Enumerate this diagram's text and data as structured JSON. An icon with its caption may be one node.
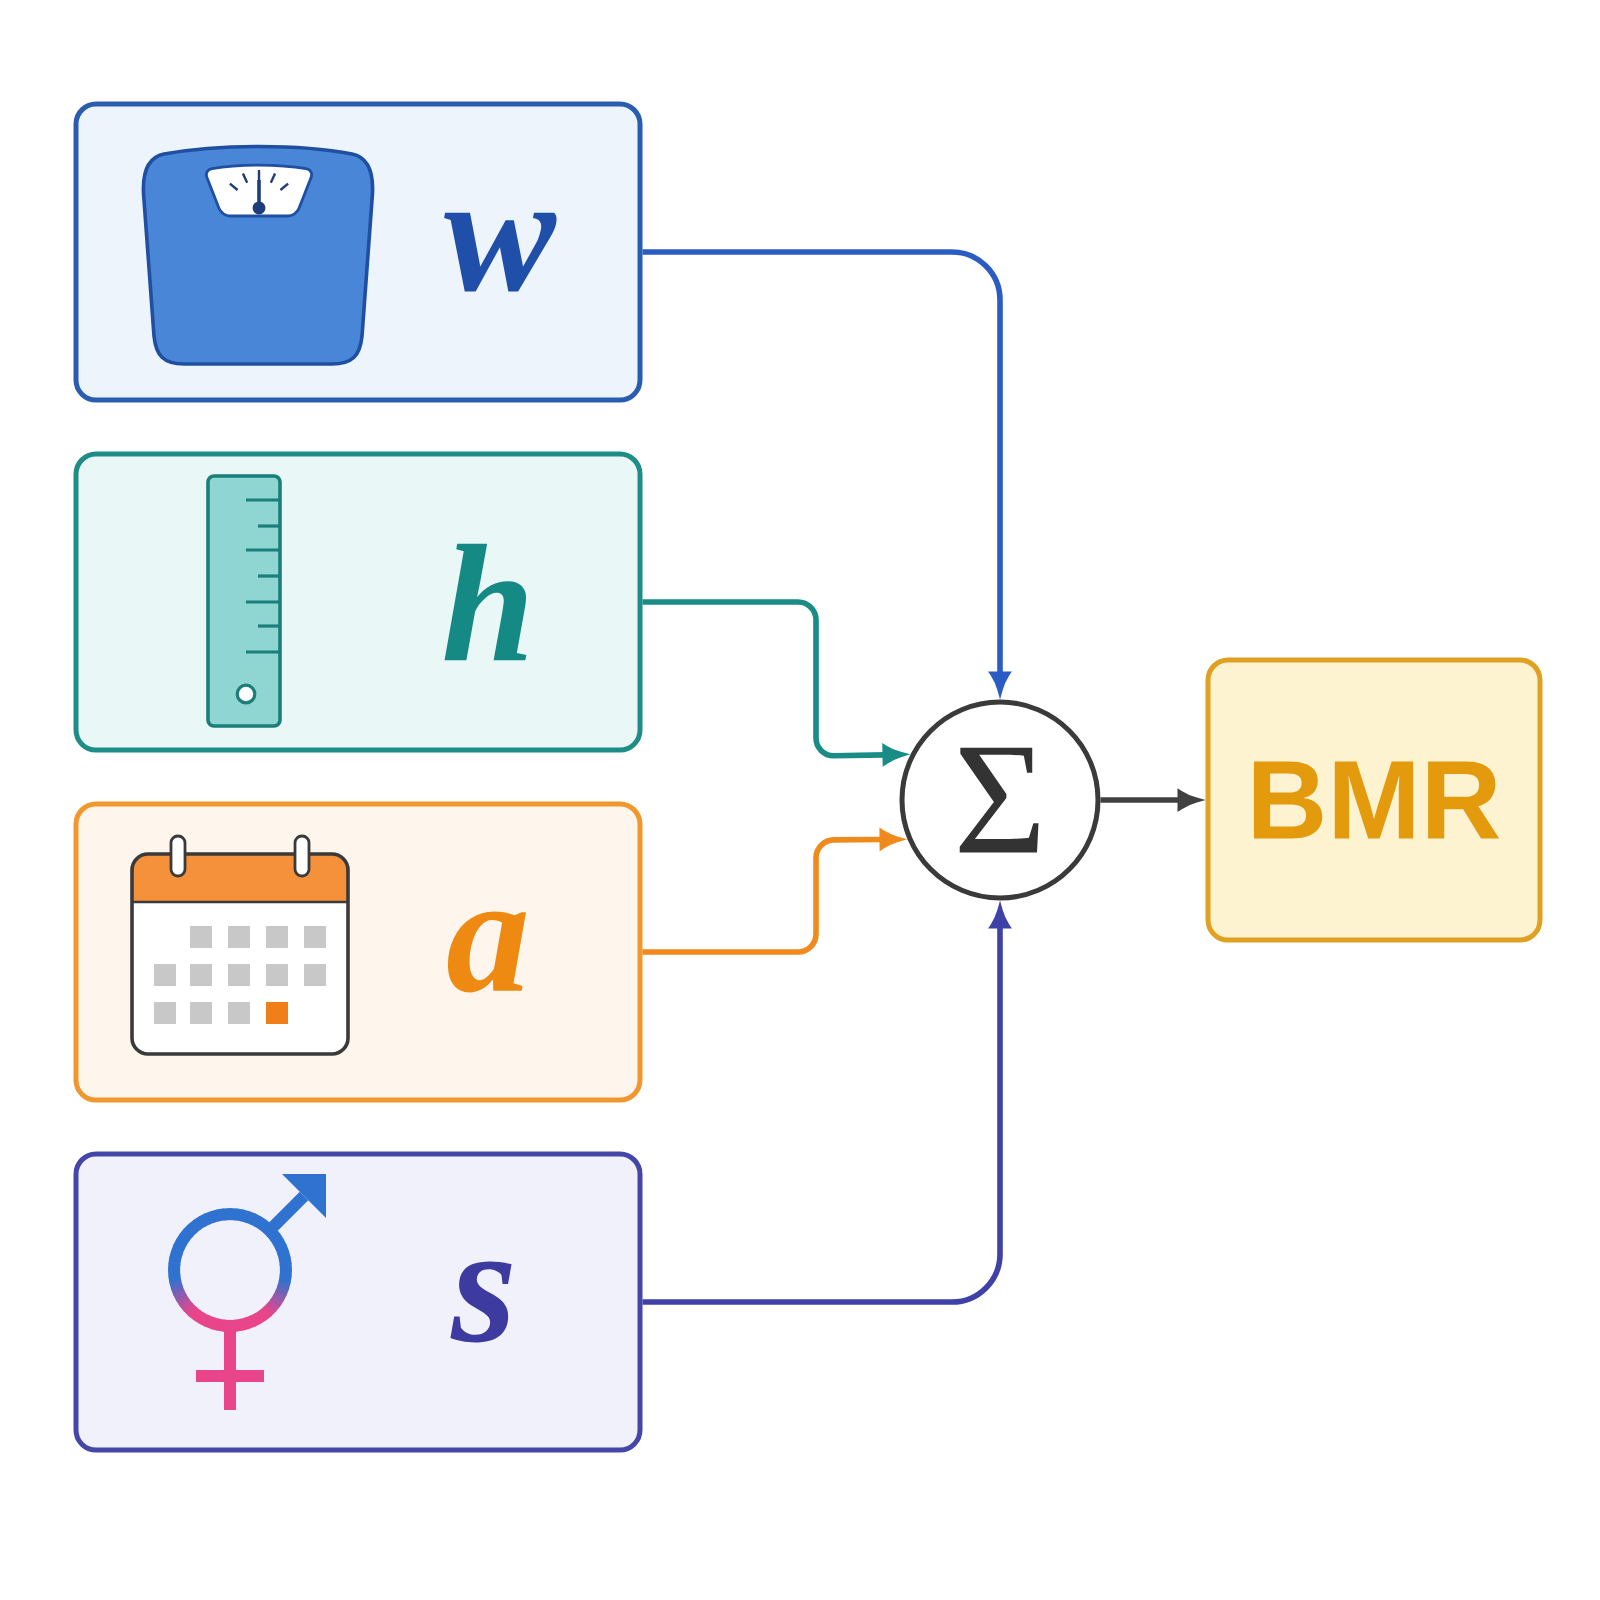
{
  "diagram": {
    "nodes": [
      {
        "text": [
          "w"
        ]
      },
      {
        "text": [
          "h"
        ]
      },
      {
        "text": [
          "a"
        ]
      },
      {
        "text": [
          "s"
        ]
      },
      {
        "text": [
          "Σ"
        ]
      },
      {
        "text": [
          "BMR"
        ]
      }
    ],
    "edges": [
      {
        "from": 0,
        "to": 4,
        "arrow": "to",
        "color": "#2a5cc4"
      },
      {
        "from": 1,
        "to": 4,
        "arrow": "to",
        "color": "#1a8c86"
      },
      {
        "from": 2,
        "to": 4,
        "arrow": "to",
        "color": "#f08a1c"
      },
      {
        "from": 3,
        "to": 4,
        "arrow": "to",
        "color": "#3f41a8"
      },
      {
        "from": 4,
        "to": 5,
        "arrow": "to",
        "color": "#404040"
      }
    ]
  }
}
